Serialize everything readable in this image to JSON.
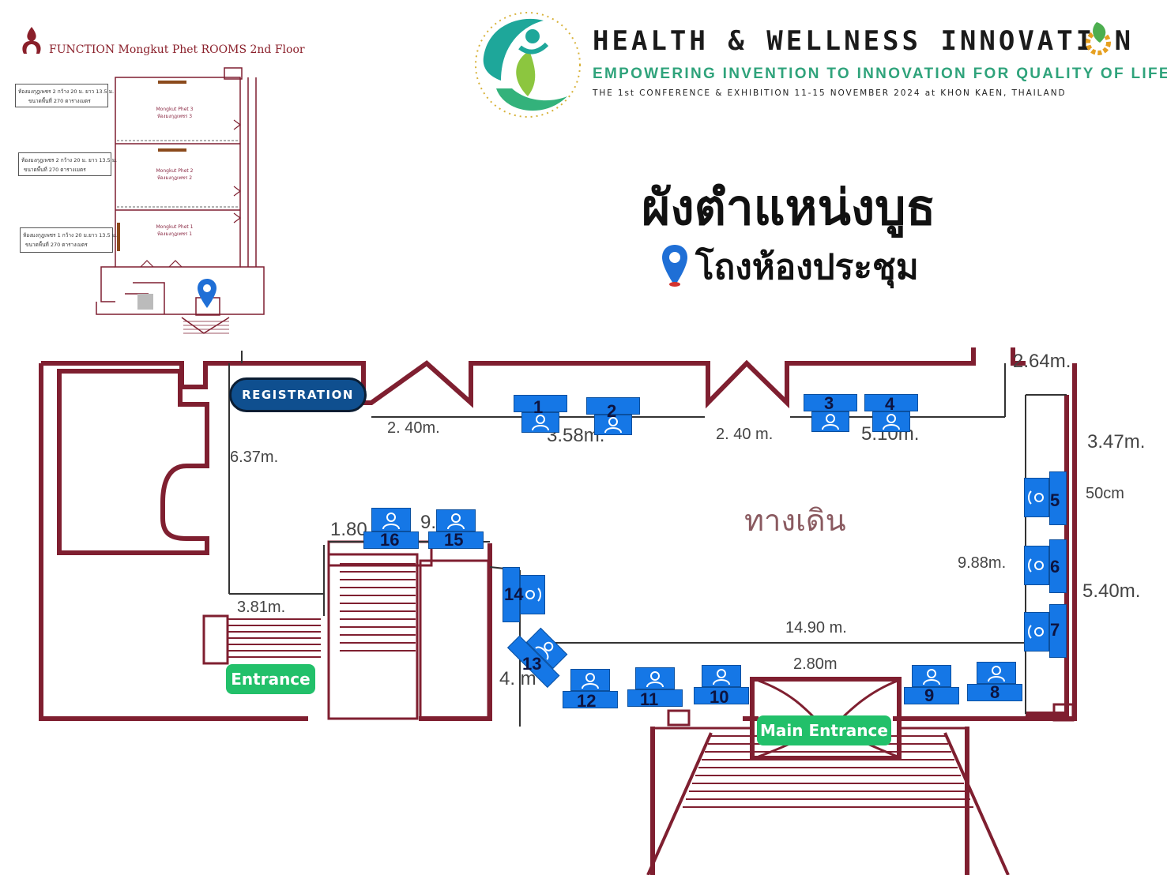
{
  "header": {
    "minimap_title": "FUNCTION Mongkut Phet ROOMS 2nd Floor",
    "event_title": "HEALTH & WELLNESS INNOVATI N",
    "event_subtitle": "EMPOWERING INVENTION TO INNOVATION FOR QUALITY OF LIFE",
    "event_conference": "THE 1st CONFERENCE & EXHIBITION  11-15 NOVEMBER 2024 at KHON KAEN, THAILAND",
    "page_title": "ผังตำแหน่งบูธ",
    "location_label": "โถงห้องประชุม"
  },
  "minimap": {
    "notes": [
      {
        "line1": "ห้องมงกุฎเพชร 2 กว้าง 20 ม. ยาว 13.5 ม.",
        "line2": "ขนาดพื้นที่ 270 ตารางเมตร"
      },
      {
        "line1": "ห้องมงกุฎเพชร 2 กว้าง 20 ม. ยาว 13.5 ม.",
        "line2": "ขนาดพื้นที่ 270 ตารางเมตร"
      },
      {
        "line1": "ห้องมงกุฎเพชร 1 กว้าง 20 ม.ยาว 13.5 ม.",
        "line2": "ขนาดพื้นที่ 270 ตารางเมตร"
      }
    ],
    "rooms": [
      {
        "en": "Mongkut Phet 3",
        "th": "ห้องมงกุฎเพชร 3"
      },
      {
        "en": "Mongkut Phet 2",
        "th": "ห้องมงกุฎเพชร 2"
      },
      {
        "en": "Mongkut Phet 1",
        "th": "ห้องมงกุฎเพชร 1"
      }
    ]
  },
  "floorplan": {
    "registration": "REGISTRATION",
    "entrance": "Entrance",
    "main_entrance": "Main Entrance",
    "walkway": "ทางเดิน",
    "measurements": {
      "m_264": "2.64m.",
      "m_240a": "2. 40m.",
      "m_358": "3.58m.",
      "m_240b": "2. 40 m.",
      "m_510": "5.10m.",
      "m_347": "3.47m.",
      "m_637": "6.37m.",
      "m_50cm": "50cm",
      "m_180": "1.80",
      "m_9m": "9.  m.",
      "m_988": "9.88m.",
      "m_540": "5.40m.",
      "m_381": "3.81m.",
      "m_1490": "14.90  m.",
      "m_280": "2.80m",
      "m_4m": "4.   m"
    },
    "booths": [
      "1",
      "2",
      "3",
      "4",
      "5",
      "6",
      "7",
      "8",
      "9",
      "10",
      "11",
      "12",
      "13",
      "14",
      "15",
      "16"
    ]
  },
  "colors": {
    "wall": "#7f1f30",
    "booth": "#1577e6",
    "registration": "#0f4f8f",
    "entrance": "#22c06a",
    "title_green": "#2fa37b"
  }
}
